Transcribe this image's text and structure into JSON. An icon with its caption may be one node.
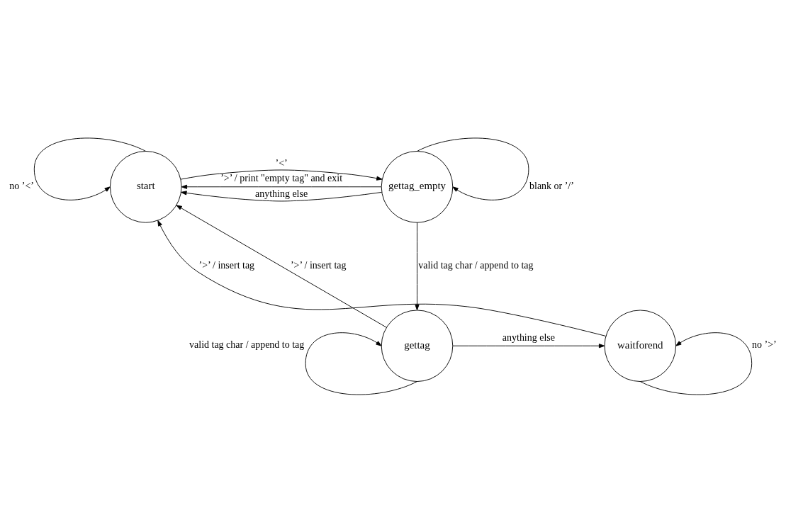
{
  "diagram": {
    "nodes": [
      {
        "text": [
          "start"
        ]
      },
      {
        "text": [
          "gettag_empty"
        ]
      },
      {
        "text": [
          "waitforend"
        ]
      },
      {
        "text": [
          "gettag"
        ]
      }
    ],
    "edges": [
      {
        "from": 0,
        "to": 0,
        "arrow": "to",
        "label": "no ’<’"
      },
      {
        "from": 1,
        "to": 0,
        "arrow": "to",
        "label": "anything else"
      },
      {
        "from": 0,
        "to": 1,
        "arrow": "to",
        "label": "’<’"
      },
      {
        "from": 1,
        "to": 0,
        "arrow": "to",
        "label": "’>’ / print \"empty tag\" and exit"
      },
      {
        "from": 1,
        "to": 1,
        "arrow": "to",
        "label": "blank or ’/’"
      },
      {
        "from": 1,
        "to": 3,
        "arrow": "to",
        "label": "valid tag char / append to tag"
      },
      {
        "from": 3,
        "to": 0,
        "arrow": "to",
        "label": "’>’ / insert tag"
      },
      {
        "from": 2,
        "to": 0,
        "arrow": "to",
        "label": "’>’ / insert tag"
      },
      {
        "from": 3,
        "to": 2,
        "arrow": "to",
        "label": "anything else"
      },
      {
        "from": 3,
        "to": 3,
        "arrow": "to",
        "label": "valid tag char / append to tag"
      },
      {
        "from": 2,
        "to": 2,
        "arrow": "to",
        "label": "no ’>’"
      }
    ]
  }
}
